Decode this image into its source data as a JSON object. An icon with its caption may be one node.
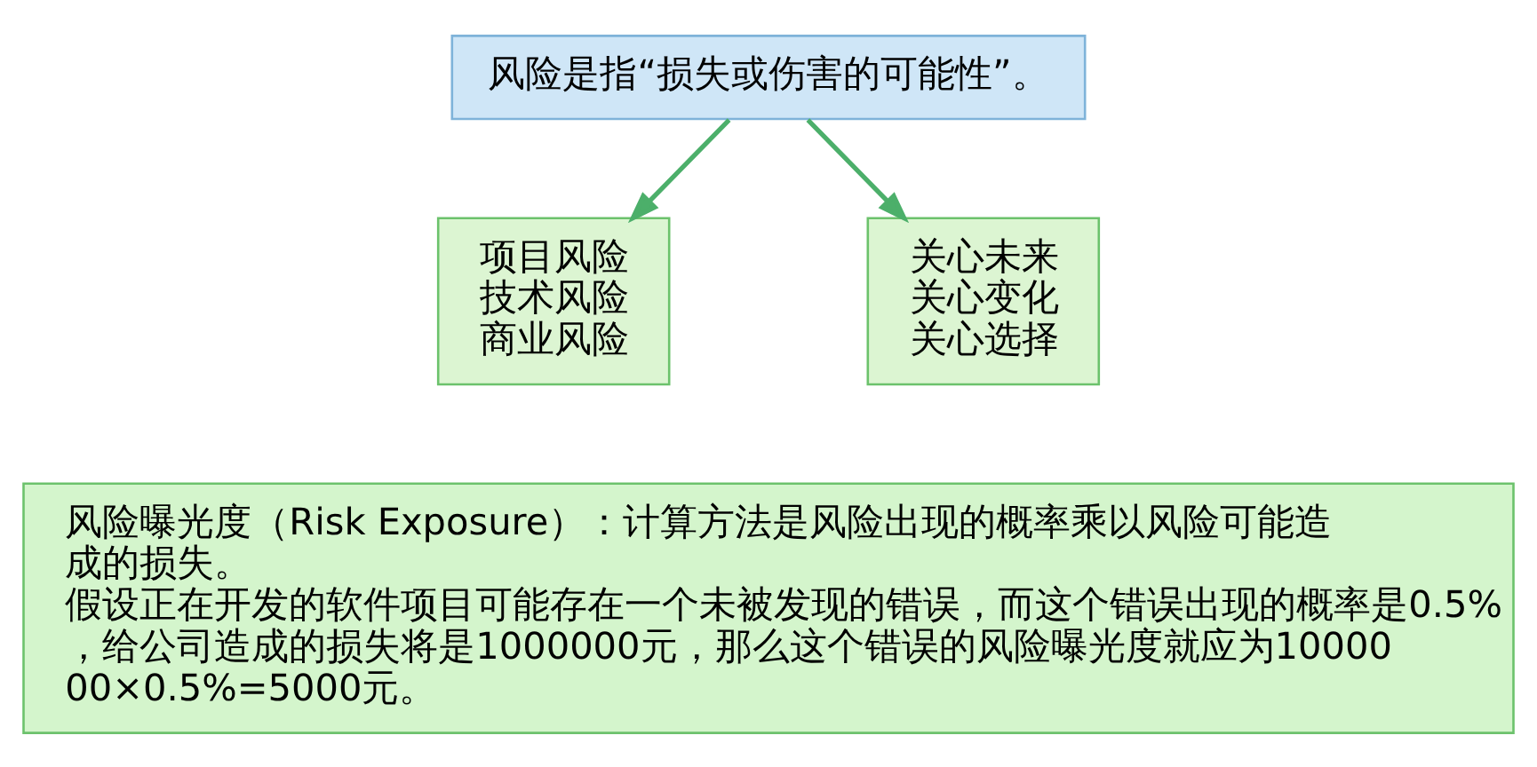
{
  "diagram": {
    "nodes": [
      {
        "text": [
          "风险是指“损失或伤害的可能性”。"
        ]
      },
      {
        "text": [
          "项目风险",
          "技术风险",
          "商业风险"
        ]
      },
      {
        "text": [
          "关心未来",
          "关心变化",
          "关心选择"
        ]
      },
      {
        "text": [
          "风险曝光度（Risk Exposure）：计算方法是风险出现的概率乘以风险可能造成的损失。",
          "假设正在开发的软件项目可能存在一个未被发现的错误，而这个错误出现的概率是0.5%，给公司造成的损失将是1000000元，那么这个错误的风险曝光度就应为1000000×0.5%=5000元。"
        ]
      }
    ],
    "edges": [
      {
        "from": 0,
        "to": 1,
        "arrow": "to",
        "color": "#4caf6a"
      },
      {
        "from": 0,
        "to": 2,
        "arrow": "to",
        "color": "#4caf6a"
      }
    ]
  }
}
